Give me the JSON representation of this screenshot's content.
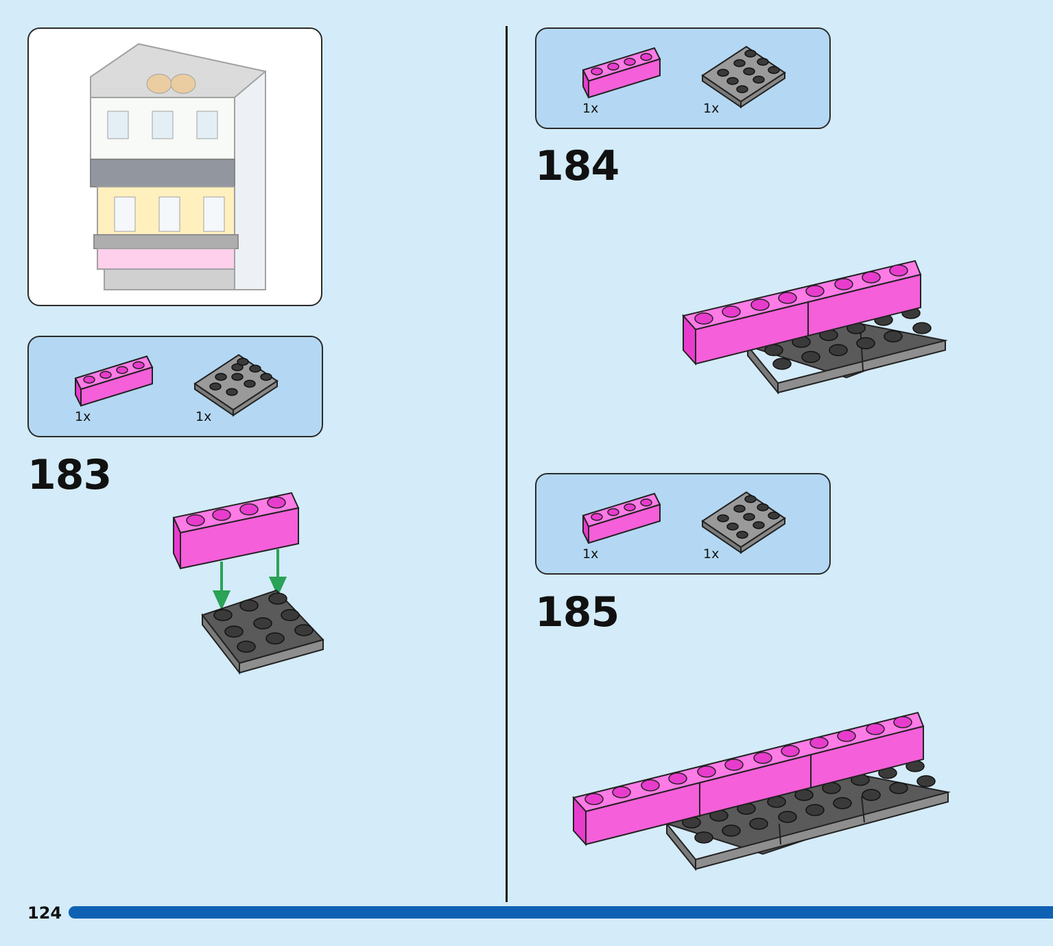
{
  "page": {
    "number": "124"
  },
  "colors": {
    "background": "#d4ebf9",
    "callout": "#b4d8f3",
    "brick_pink": "#f55fd9",
    "plate_gray": "#8e8e8e",
    "arrow_green": "#2aa257",
    "page_bar": "#0f62b3"
  },
  "preview": {
    "icon": "building-model-preview"
  },
  "steps": [
    {
      "number": "183",
      "parts": [
        {
          "name": "pink-brick-1x4",
          "qty": "1x"
        },
        {
          "name": "dark-gray-plate-3x3",
          "qty": "1x"
        }
      ]
    },
    {
      "number": "184",
      "parts": [
        {
          "name": "pink-brick-1x4",
          "qty": "1x"
        },
        {
          "name": "dark-gray-plate-3x3",
          "qty": "1x"
        }
      ]
    },
    {
      "number": "185",
      "parts": [
        {
          "name": "pink-brick-1x4",
          "qty": "1x"
        },
        {
          "name": "dark-gray-plate-3x3",
          "qty": "1x"
        }
      ]
    }
  ]
}
